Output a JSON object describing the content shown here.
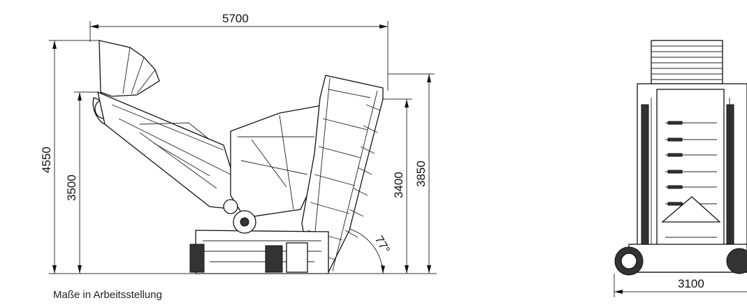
{
  "dimensions": {
    "total_length": "5700",
    "total_height": "4550",
    "height_left": "3500",
    "height_right_inner": "3400",
    "height_right_outer": "3850",
    "angle": "77°",
    "width": "3100"
  },
  "caption": "Maße in Arbeitsstellung",
  "colors": {
    "line": "#111111",
    "background": "#ffffff"
  }
}
